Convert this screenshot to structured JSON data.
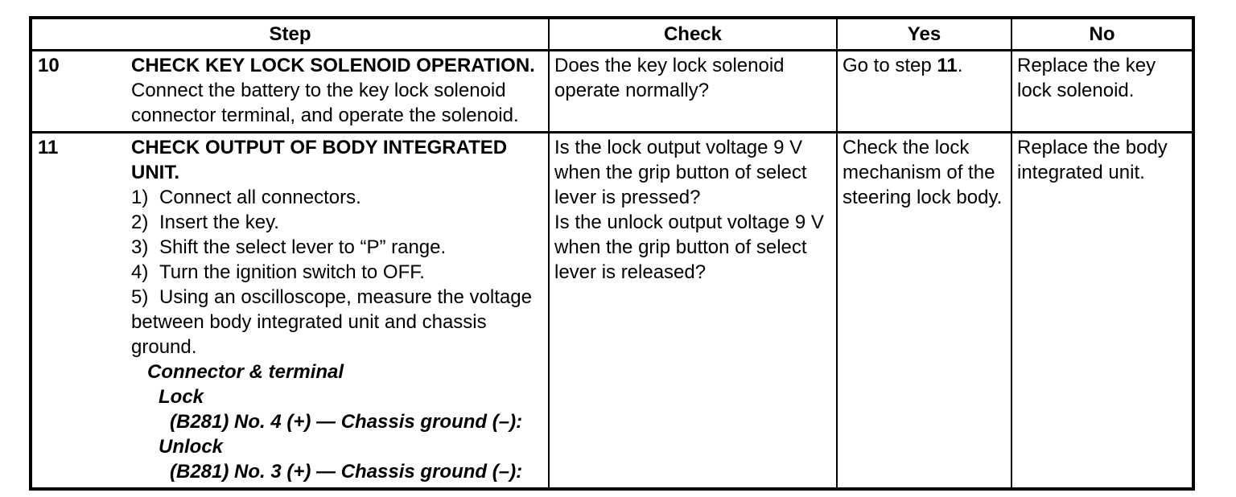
{
  "page": {
    "background": "#ffffff",
    "text_color": "#000000",
    "border_color": "#000000"
  },
  "table": {
    "headers": {
      "step": "Step",
      "check": "Check",
      "yes": "Yes",
      "no": "No"
    },
    "rows": [
      {
        "number": "10",
        "title": "CHECK KEY LOCK SOLENOID OPERATION.",
        "body": "Connect the battery to the key lock solenoid connector terminal, and operate the solenoid.",
        "check": "Does the key lock solenoid operate normally?",
        "yes": {
          "prefix": "Go to step ",
          "step_ref": "11",
          "suffix": "."
        },
        "no": "Replace the key lock solenoid."
      },
      {
        "number": "11",
        "title": "CHECK OUTPUT OF BODY INTEGRATED UNIT.",
        "substeps": [
          {
            "num": "1)",
            "text": "Connect all connectors."
          },
          {
            "num": "2)",
            "text": "Insert the key."
          },
          {
            "num": "3)",
            "text": "Shift the select lever to “P” range."
          },
          {
            "num": "4)",
            "text": "Turn the ignition switch to OFF."
          },
          {
            "num": "5)",
            "text": "Using an oscilloscope, measure the voltage between body integrated unit and chassis ground."
          }
        ],
        "spec": {
          "heading": "Connector & terminal",
          "lock_label": "Lock",
          "lock_terminal": "(B281) No. 4 (+) — Chassis ground (–):",
          "unlock_label": "Unlock",
          "unlock_terminal": "(B281) No. 3 (+) — Chassis ground (–):"
        },
        "check_q1": "Is the lock output voltage 9 V when the grip button of select lever is pressed?",
        "check_q2": "Is the unlock output voltage 9 V when the grip button of select lever is released?",
        "yes": "Check the lock mechanism of the steering lock body.",
        "no": "Replace the body integrated unit."
      }
    ]
  }
}
